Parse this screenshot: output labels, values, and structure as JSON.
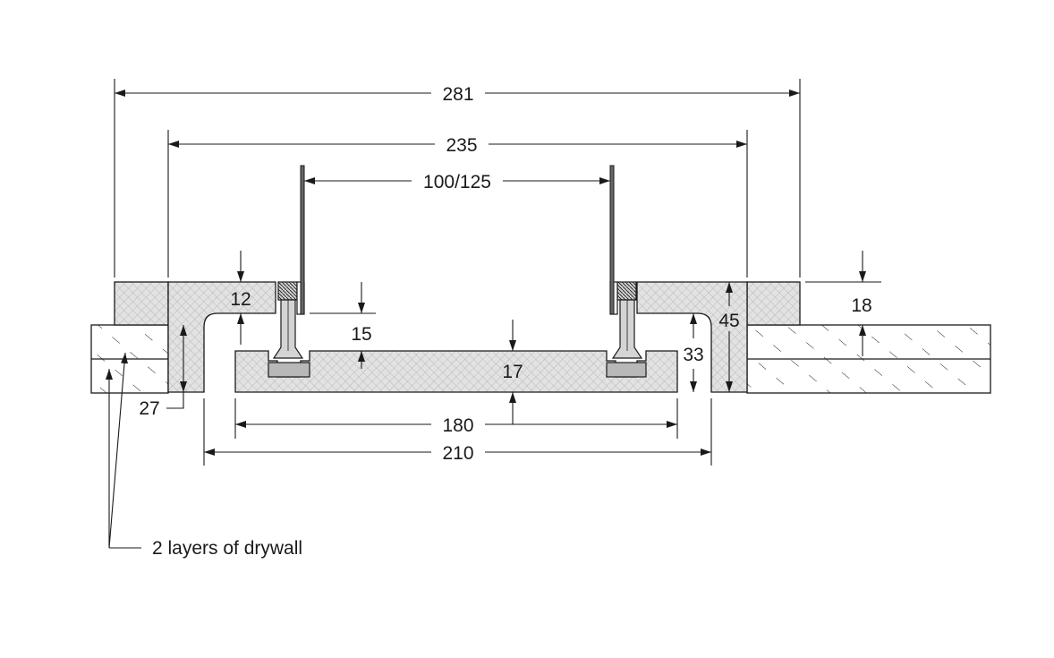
{
  "dimensions": {
    "overall_width": "281",
    "outer_width": "235",
    "spacing": "100/125",
    "flange_thickness": "12",
    "insert_offset": "15",
    "panel_thickness": "17",
    "frame_thickness": "18",
    "inner_depth": "33",
    "total_depth": "45",
    "drywall_depth": "27",
    "panel_width": "180",
    "opening_width": "210"
  },
  "labels": {
    "drywall_note": "2 layers of drywall"
  },
  "colors": {
    "line": "#1a1a1a",
    "board_fill": "#dcdcdc",
    "insert_fill": "#b8b8b8",
    "drywall_fill": "#ffffff"
  }
}
